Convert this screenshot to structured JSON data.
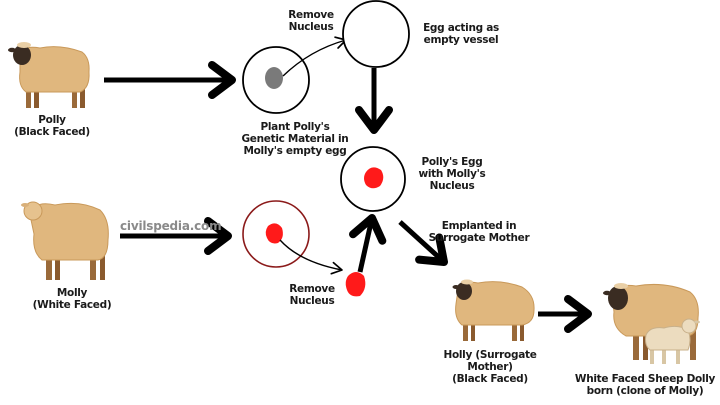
{
  "diagram": {
    "title": "Dolly the Sheep cloning process",
    "colors": {
      "wool": "#e0b77e",
      "wool_outline": "#c9995a",
      "face_dark": "#3a2c22",
      "legs": "#9a6a3a",
      "lamb_wool": "#ecdcbf",
      "nucleus_red": "#ff1a1a",
      "nucleus_gray": "#7a7a7a",
      "egg_outline_red": "#8b1a1a",
      "arrow": "#000000"
    },
    "sheep": {
      "polly": {
        "name": "Polly",
        "desc": "(Black Faced)"
      },
      "molly": {
        "name": "Molly",
        "desc": "(White Faced)"
      },
      "holly": {
        "line1": "Holly (Surrogate Mother)",
        "line2": "(Black Faced)"
      },
      "dolly": {
        "line1": "White Faced Sheep Dolly",
        "line2": "born (clone of Molly)"
      }
    },
    "labels": {
      "remove_nucleus_top": {
        "line1": "Remove",
        "line2": "Nucleus"
      },
      "egg_empty": {
        "line1": "Egg acting as",
        "line2": "empty vessel"
      },
      "plant_genetic": {
        "line1": "Plant Polly's",
        "line2": "Genetic Material in",
        "line3": "Molly's empty egg"
      },
      "pollys_egg": {
        "line1": "Polly's Egg",
        "line2": "with Molly's",
        "line3": "Nucleus"
      },
      "emplanted": {
        "line1": "Emplanted in",
        "line2": "Surrogate Mother"
      },
      "remove_nucleus_bottom": {
        "line1": "Remove",
        "line2": "Nucleus"
      }
    },
    "watermark": "civilspedia.com"
  }
}
